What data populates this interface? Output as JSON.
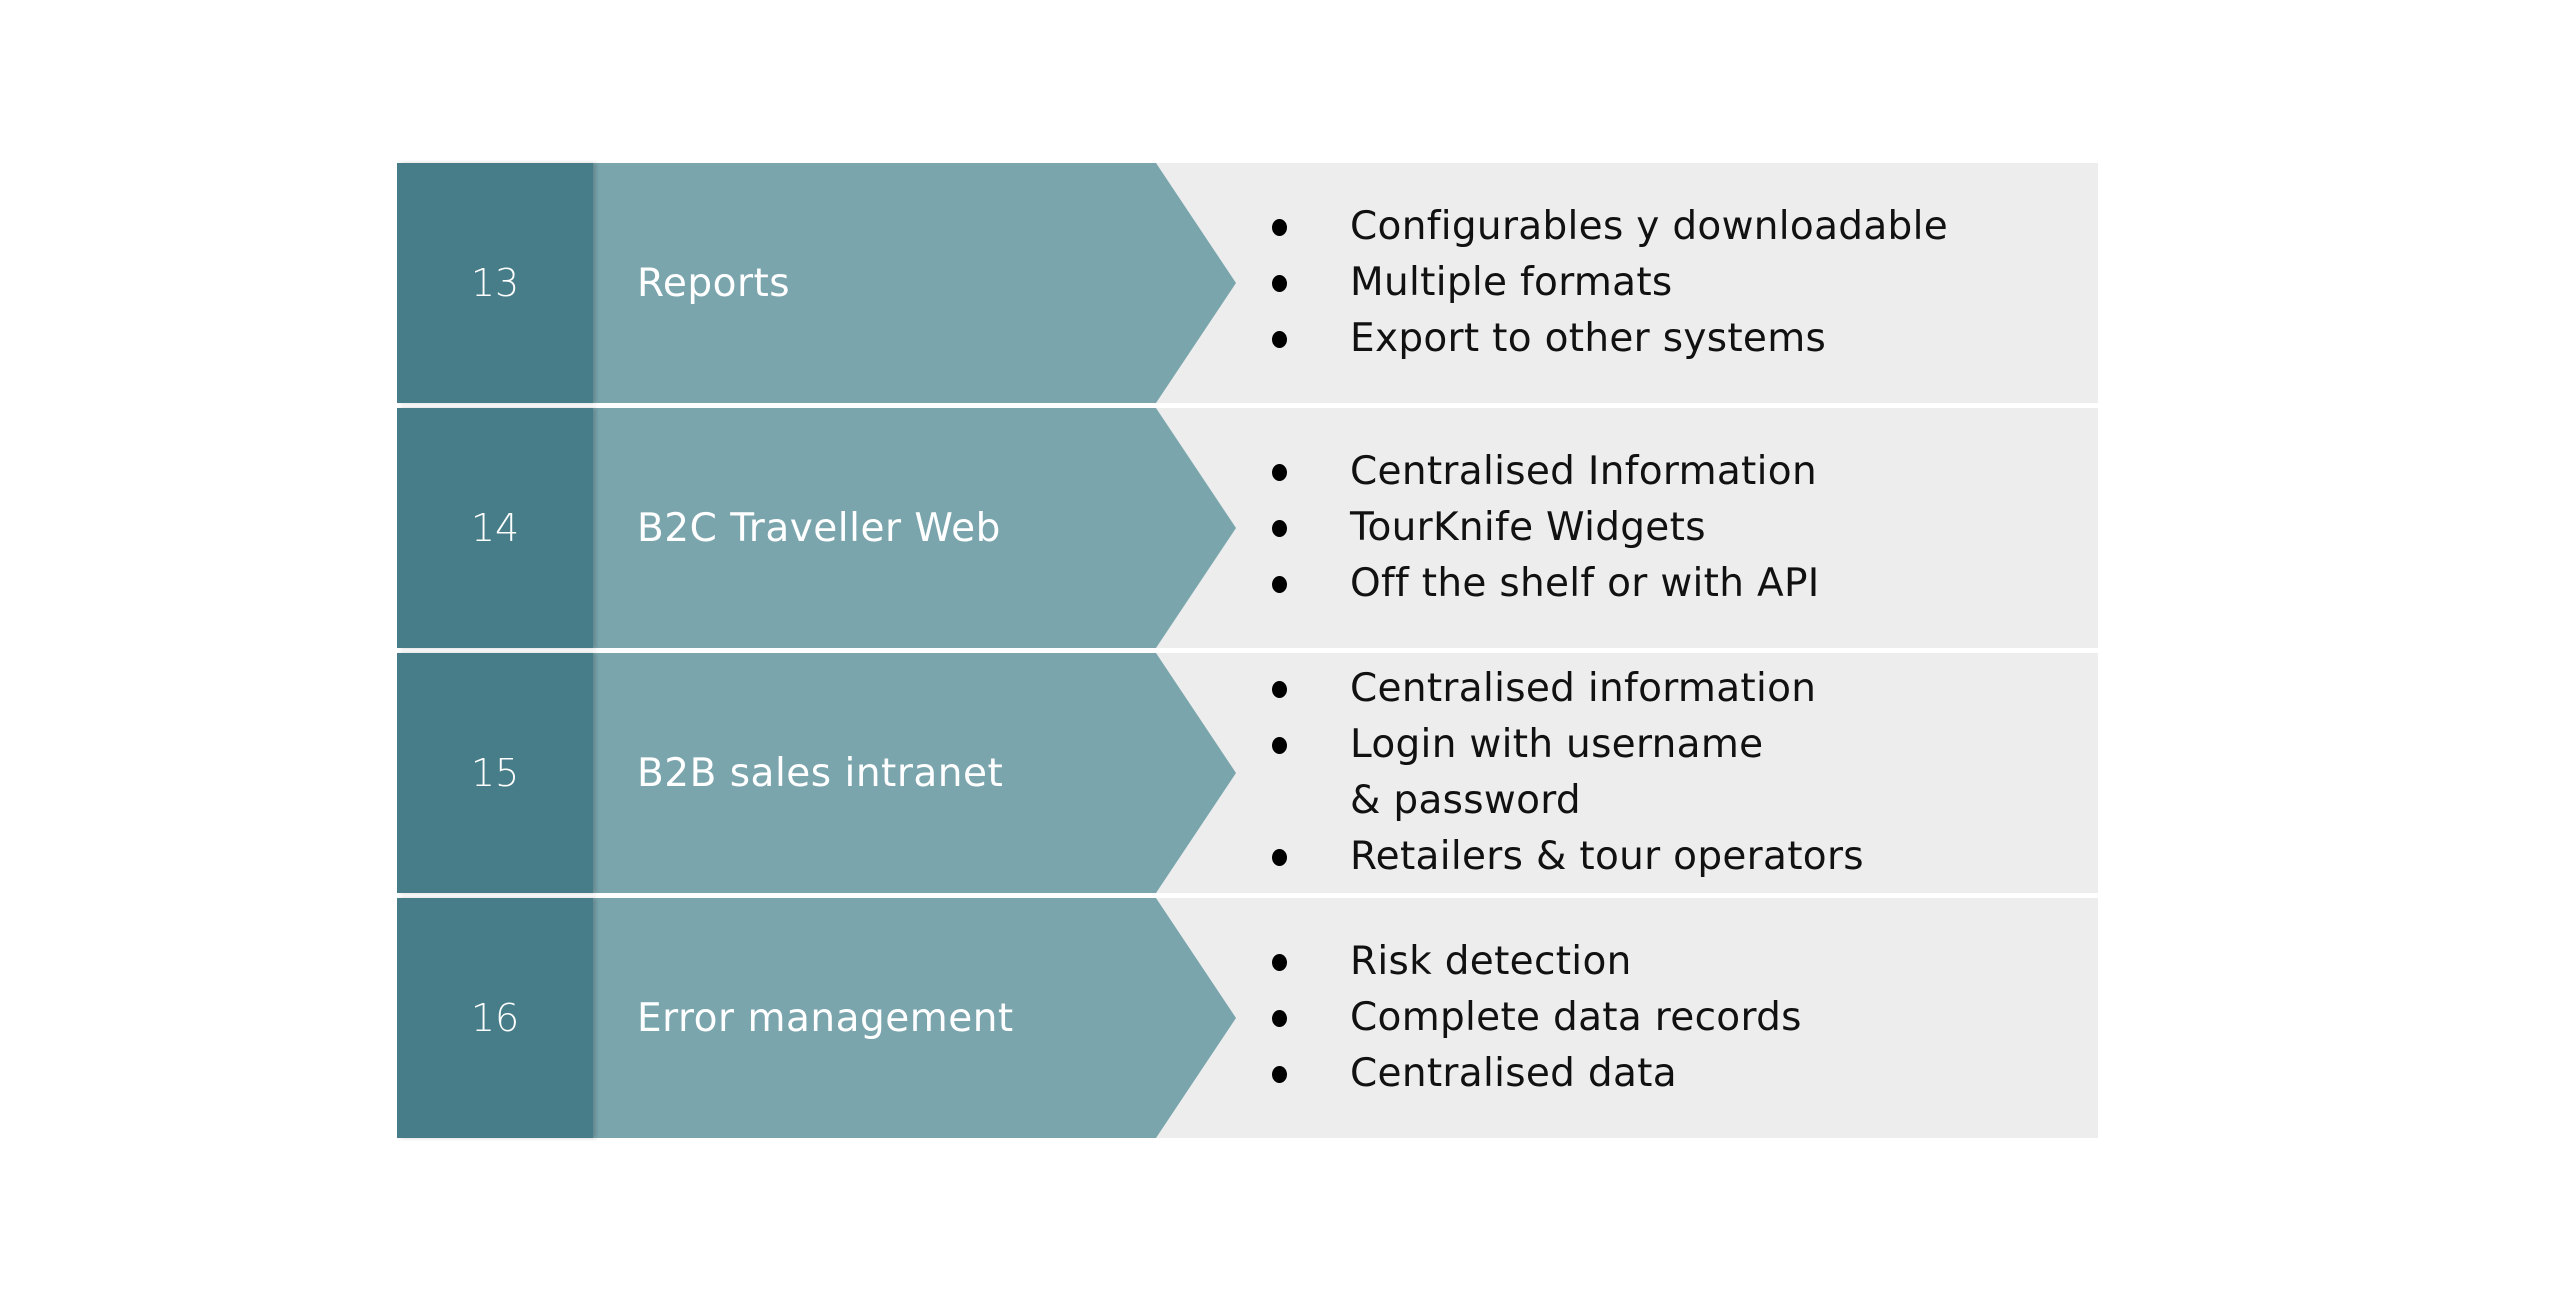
{
  "colors": {
    "number_bg": "#477d88",
    "chevron_bg": "#7aa5ad",
    "detail_bg": "#ededed"
  },
  "rows": [
    {
      "number": "13",
      "label": "Reports",
      "bullets": [
        "Configurables y downloadable",
        "Multiple formats",
        "Export to other systems"
      ]
    },
    {
      "number": "14",
      "label": "B2C Traveller Web",
      "bullets": [
        "Centralised Information",
        "TourKnife Widgets",
        "Off the shelf or with API"
      ]
    },
    {
      "number": "15",
      "label": "B2B sales intranet",
      "bullets": [
        "Centralised information",
        "Login with username\n& password",
        "Retailers & tour operators"
      ]
    },
    {
      "number": "16",
      "label": "Error management",
      "bullets": [
        "Risk detection",
        "Complete data records",
        "Centralised data"
      ]
    }
  ]
}
